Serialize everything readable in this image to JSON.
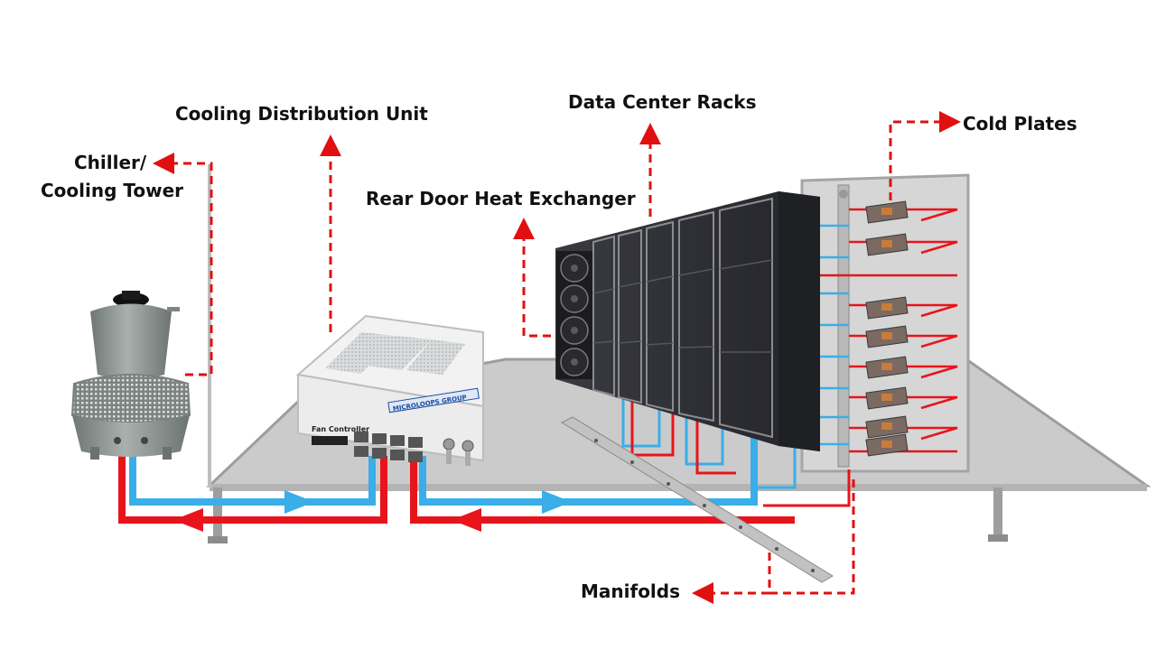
{
  "labels": {
    "chiller_line1": "Chiller/",
    "chiller_line2": "Cooling Tower",
    "cdu": "Cooling Distribution Unit",
    "rdhx": "Rear Door Heat Exchanger",
    "racks": "Data Center Racks",
    "cold_plates": "Cold Plates",
    "manifolds": "Manifolds"
  },
  "cdu_panel": {
    "controller_text": "Fan Controller",
    "brand_text": "MICROLOOPS GROUP"
  },
  "colors": {
    "hot_pipe": "#e8141b",
    "cold_pipe": "#3aaee8",
    "callout": "#e01010",
    "floor": "#c9c9c9",
    "floor_edge": "#9a9a9a",
    "rack": "#2e2f33",
    "tower": "#8f9694"
  },
  "icons": {
    "tower": "cooling-tower-icon",
    "cdu": "cdu-unit-icon",
    "racks": "server-rack-icon",
    "fans": "fan-icon",
    "cold_plate": "cold-plate-icon",
    "manifold": "manifold-bar-icon"
  }
}
